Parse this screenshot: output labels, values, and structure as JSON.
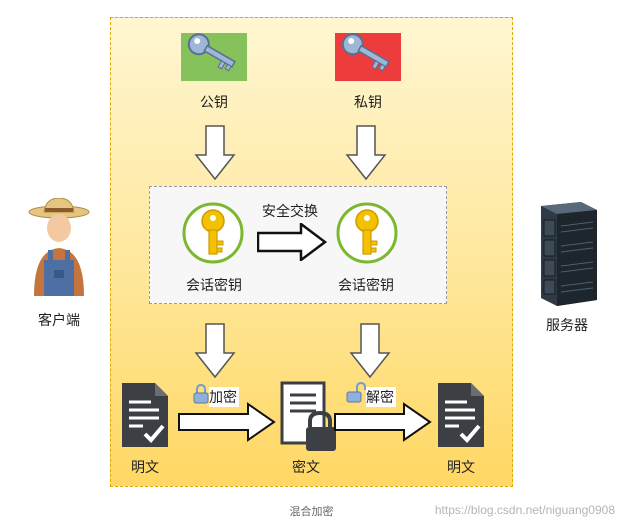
{
  "diagram": {
    "public_key_label": "公钥",
    "private_key_label": "私钥",
    "exchange_label": "安全交换",
    "session_key_left_label": "会话密钥",
    "session_key_right_label": "会话密钥",
    "client_label": "客户端",
    "server_label": "服务器",
    "encrypt_label": "加密",
    "decrypt_label": "解密",
    "plaintext_left_label": "明文",
    "ciphertext_label": "密文",
    "plaintext_right_label": "明文",
    "caption": "混合加密",
    "watermark": "https://blog.csdn.net/niguang0908"
  },
  "colors": {
    "public_key_bg": "#86c25c",
    "private_key_bg": "#ee3b3b",
    "panel": "#ffe79a",
    "session_ring": "#7cb82f",
    "gold_key": "#f2c200"
  }
}
